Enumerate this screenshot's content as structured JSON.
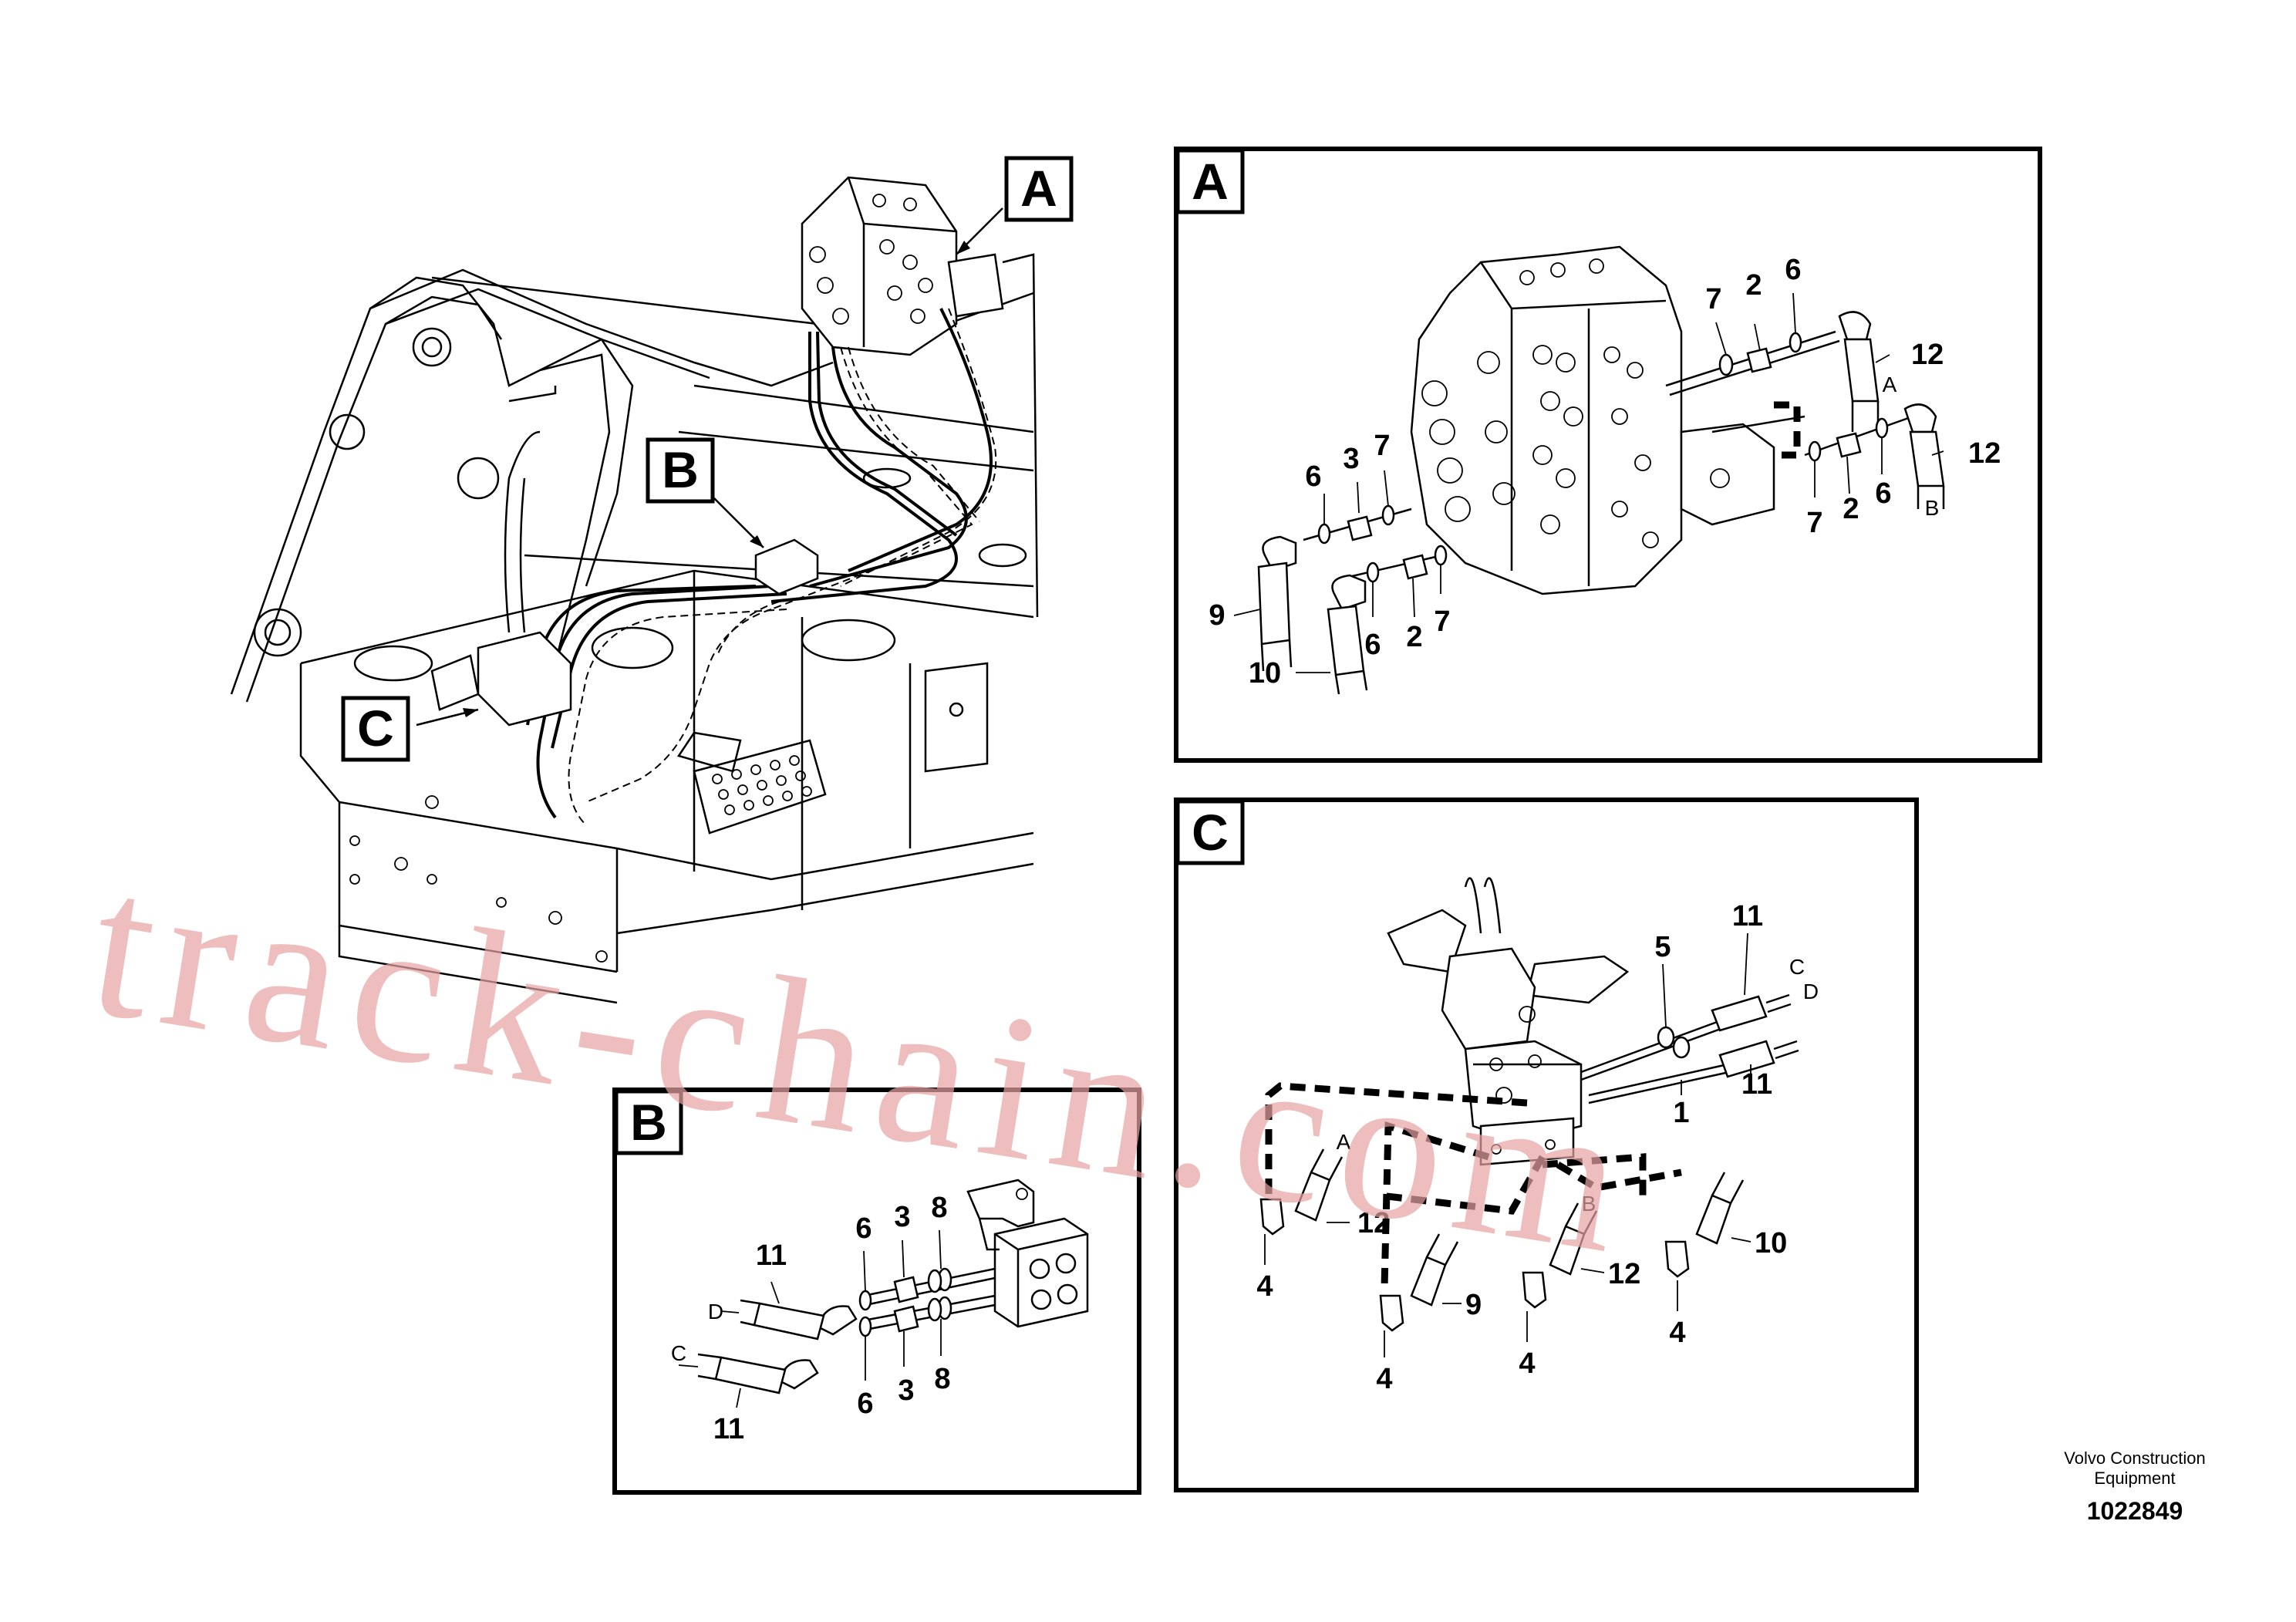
{
  "main_view": {
    "callouts": [
      "A",
      "B",
      "C"
    ]
  },
  "detail_a": {
    "tag": "A",
    "numbers": [
      "7",
      "2",
      "6",
      "12",
      "6",
      "3",
      "7",
      "7",
      "2",
      "6",
      "12",
      "9",
      "10",
      "6",
      "2",
      "7"
    ],
    "ports": [
      "A",
      "B"
    ]
  },
  "detail_b": {
    "tag": "B",
    "numbers": [
      "11",
      "6",
      "3",
      "8",
      "6",
      "3",
      "8",
      "11"
    ],
    "ports": [
      "D",
      "C"
    ]
  },
  "detail_c": {
    "tag": "C",
    "numbers": [
      "11",
      "5",
      "11",
      "1",
      "12",
      "4",
      "9",
      "4",
      "4",
      "12",
      "4",
      "10"
    ],
    "ports": [
      "C",
      "D",
      "A",
      "B"
    ]
  },
  "watermark": "track-chain.com",
  "footer": {
    "line1": "Volvo Construction",
    "line2": "Equipment",
    "id": "1022849"
  }
}
